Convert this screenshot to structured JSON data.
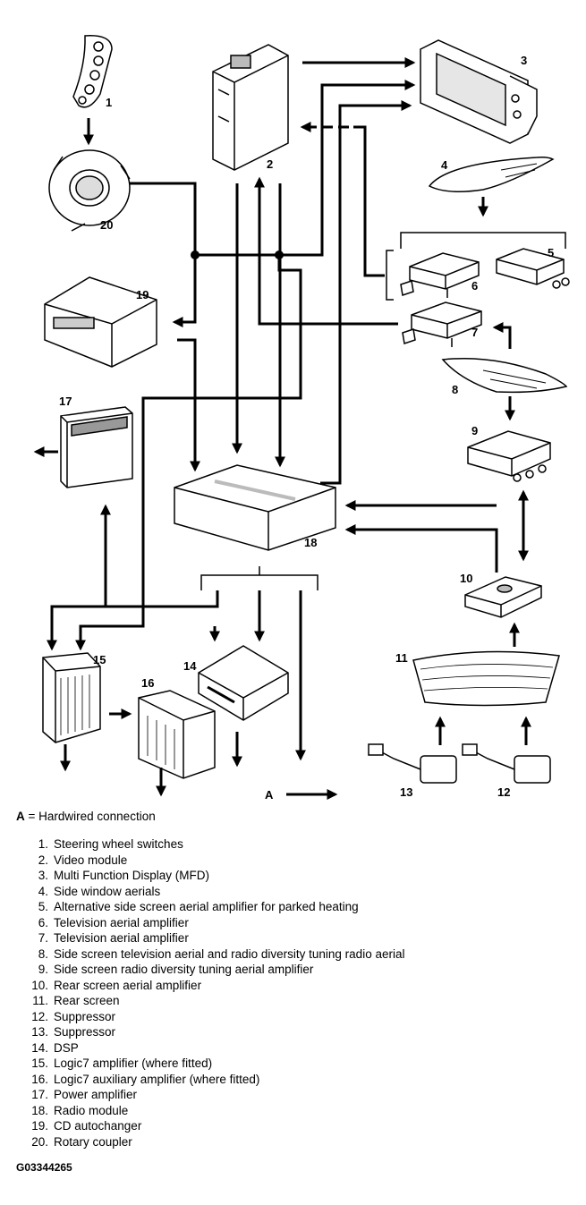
{
  "diagram": {
    "callouts": [
      "1",
      "2",
      "3",
      "4",
      "5",
      "6",
      "7",
      "8",
      "9",
      "10",
      "11",
      "12",
      "13",
      "14",
      "15",
      "16",
      "17",
      "18",
      "19",
      "20"
    ],
    "connection_marker": "A",
    "line_color": "#000000",
    "icons": [
      "steering-wheel-switches-icon",
      "video-module-icon",
      "mfd-icon",
      "side-window-aerial-icon",
      "amplifier-box-icon",
      "rear-screen-icon",
      "suppressor-icon",
      "dsp-icon",
      "logic7-amplifier-icon",
      "power-amplifier-icon",
      "radio-module-icon",
      "cd-autochanger-icon",
      "rotary-coupler-icon"
    ]
  },
  "legend_key": {
    "letter": "A",
    "text": " = Hardwired connection"
  },
  "legend": [
    {
      "n": "1.",
      "label": "Steering wheel switches"
    },
    {
      "n": "2.",
      "label": "Video module"
    },
    {
      "n": "3.",
      "label": "Multi Function Display (MFD)"
    },
    {
      "n": "4.",
      "label": "Side window aerials"
    },
    {
      "n": "5.",
      "label": "Alternative side screen aerial amplifier for parked heating"
    },
    {
      "n": "6.",
      "label": "Television aerial amplifier"
    },
    {
      "n": "7.",
      "label": "Television aerial amplifier"
    },
    {
      "n": "8.",
      "label": "Side screen television aerial and radio diversity tuning radio aerial"
    },
    {
      "n": "9.",
      "label": "Side screen radio diversity tuning aerial amplifier"
    },
    {
      "n": "10.",
      "label": "Rear screen aerial amplifier"
    },
    {
      "n": "11.",
      "label": "Rear screen"
    },
    {
      "n": "12.",
      "label": "Suppressor"
    },
    {
      "n": "13.",
      "label": "Suppressor"
    },
    {
      "n": "14.",
      "label": "DSP"
    },
    {
      "n": "15.",
      "label": "Logic7 amplifier (where fitted)"
    },
    {
      "n": "16.",
      "label": "Logic7 auxiliary amplifier (where fitted)"
    },
    {
      "n": "17.",
      "label": "Power amplifier"
    },
    {
      "n": "18.",
      "label": "Radio module"
    },
    {
      "n": "19.",
      "label": "CD autochanger"
    },
    {
      "n": "20.",
      "label": "Rotary coupler"
    }
  ],
  "figure_id": "G03344265"
}
